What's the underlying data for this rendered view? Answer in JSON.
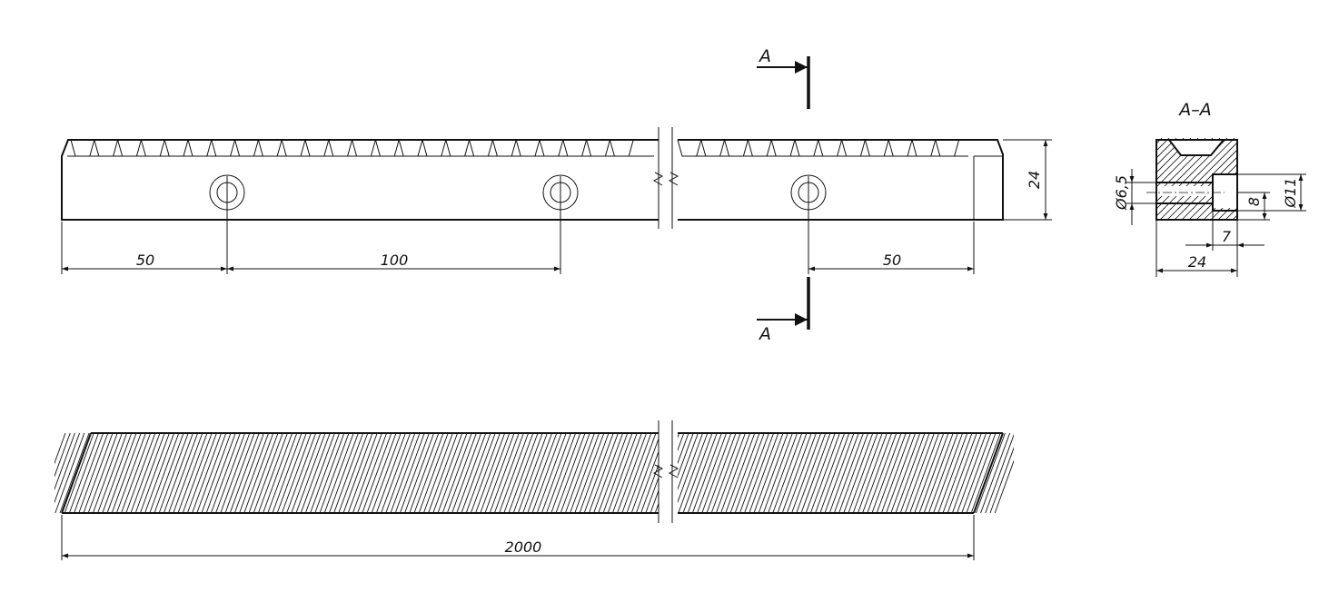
{
  "drawing": {
    "section_marker": {
      "top_letter": "A",
      "bottom_letter": "A",
      "view_title": "A–A"
    },
    "front_view": {
      "dims": {
        "left_to_hole": "50",
        "hole_spacing": "100",
        "hole_to_right": "50",
        "height": "24"
      }
    },
    "section_view": {
      "dims": {
        "hole_diameter": "Ø6,5",
        "counterbore_diameter": "Ø11",
        "counterbore_depth": "7",
        "hole_offset": "8",
        "width": "24"
      }
    },
    "top_view": {
      "dims": {
        "total_length": "2000"
      }
    }
  }
}
